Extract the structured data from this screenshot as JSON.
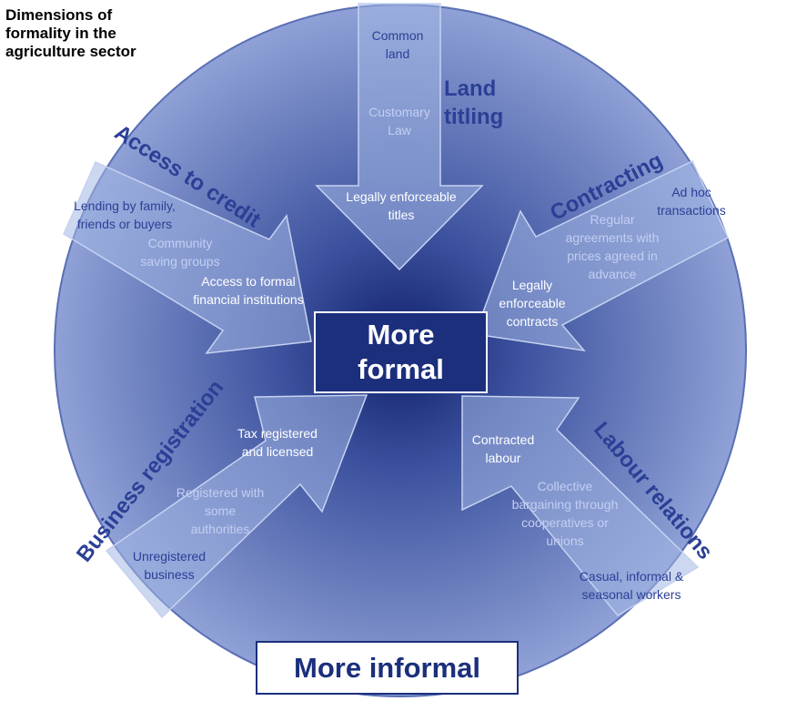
{
  "title": "Dimensions of\nformality in the\nagriculture sector",
  "center_label": "More\nformal",
  "outer_label": "More informal",
  "dimensions": {
    "land": {
      "name": [
        "Land",
        "titling"
      ],
      "levels": [
        [
          "Common",
          "land"
        ],
        [
          "Customary",
          "Law"
        ],
        [
          "Legally enforceable",
          "titles"
        ]
      ]
    },
    "credit": {
      "name": "Access to credit",
      "levels": [
        [
          "Lending by family,",
          "friends or buyers"
        ],
        [
          "Community",
          "saving groups"
        ],
        [
          "Access to formal",
          "financial institutions"
        ]
      ]
    },
    "contracting": {
      "name": "Contracting",
      "levels": [
        [
          "Ad hoc",
          "transactions"
        ],
        [
          "Regular",
          "agreements with",
          "prices agreed in",
          "advance"
        ],
        [
          "Legally",
          "enforceable",
          "contracts"
        ]
      ]
    },
    "business": {
      "name": "Business registration",
      "levels": [
        [
          "Unregistered",
          "business"
        ],
        [
          "Registered with",
          "some",
          "authorities"
        ],
        [
          "Tax registered",
          "and licensed"
        ]
      ]
    },
    "labour": {
      "name": "Labour relations",
      "levels": [
        [
          "Casual, informal &",
          "seasonal workers"
        ],
        [
          "Collective",
          "bargaining through",
          "cooperatives or",
          "unions"
        ],
        [
          "Contracted",
          "labour"
        ]
      ]
    }
  },
  "colors": {
    "navy": "#1b2f7c",
    "dim_text": "#2b3f96",
    "faded_text": "#c3cff1",
    "arrow_fill": "#a2b6e4",
    "circle_edge": "#5a6fb4",
    "circle_center": "#0e1f6a"
  }
}
